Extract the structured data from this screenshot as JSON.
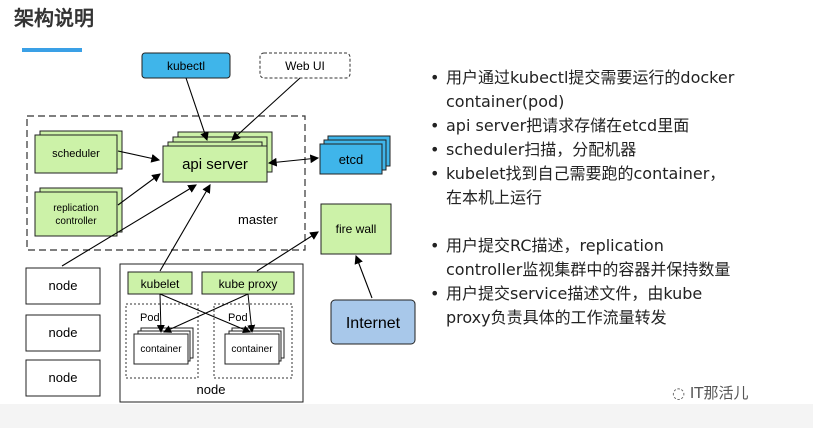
{
  "title": "架构说明",
  "diagram": {
    "kubectl": "kubectl",
    "web_ui": "Web UI",
    "api_server": "api server",
    "etcd": "etcd",
    "scheduler": "scheduler",
    "replication_line1": "replication",
    "replication_line2": "controller",
    "master": "master",
    "fire_wall": "fire wall",
    "internet": "Internet",
    "node_label": "node",
    "kubelet": "kubelet",
    "kube_proxy": "kube proxy",
    "pod": "Pod",
    "container": "container",
    "colors": {
      "green": "#ccf2a8",
      "blue": "#3fb5ea",
      "internet_blue": "#a8c8ea"
    }
  },
  "bullets": [
    {
      "lines": [
        "用户通过kubectl提交需要运行的docker",
        "container(pod)"
      ]
    },
    {
      "lines": [
        "api server把请求存储在etcd里面"
      ]
    },
    {
      "lines": [
        "scheduler扫描，分配机器"
      ]
    },
    {
      "lines": [
        "kubelet找到自己需要跑的container，",
        "在本机上运行"
      ]
    },
    {
      "gap": true
    },
    {
      "lines": [
        "用户提交RC描述，replication",
        "controller监视集群中的容器并保持数量"
      ]
    },
    {
      "lines": [
        "用户提交service描述文件，由kube",
        "proxy负责具体的工作流量转发"
      ]
    }
  ],
  "watermark": "IT那活儿"
}
